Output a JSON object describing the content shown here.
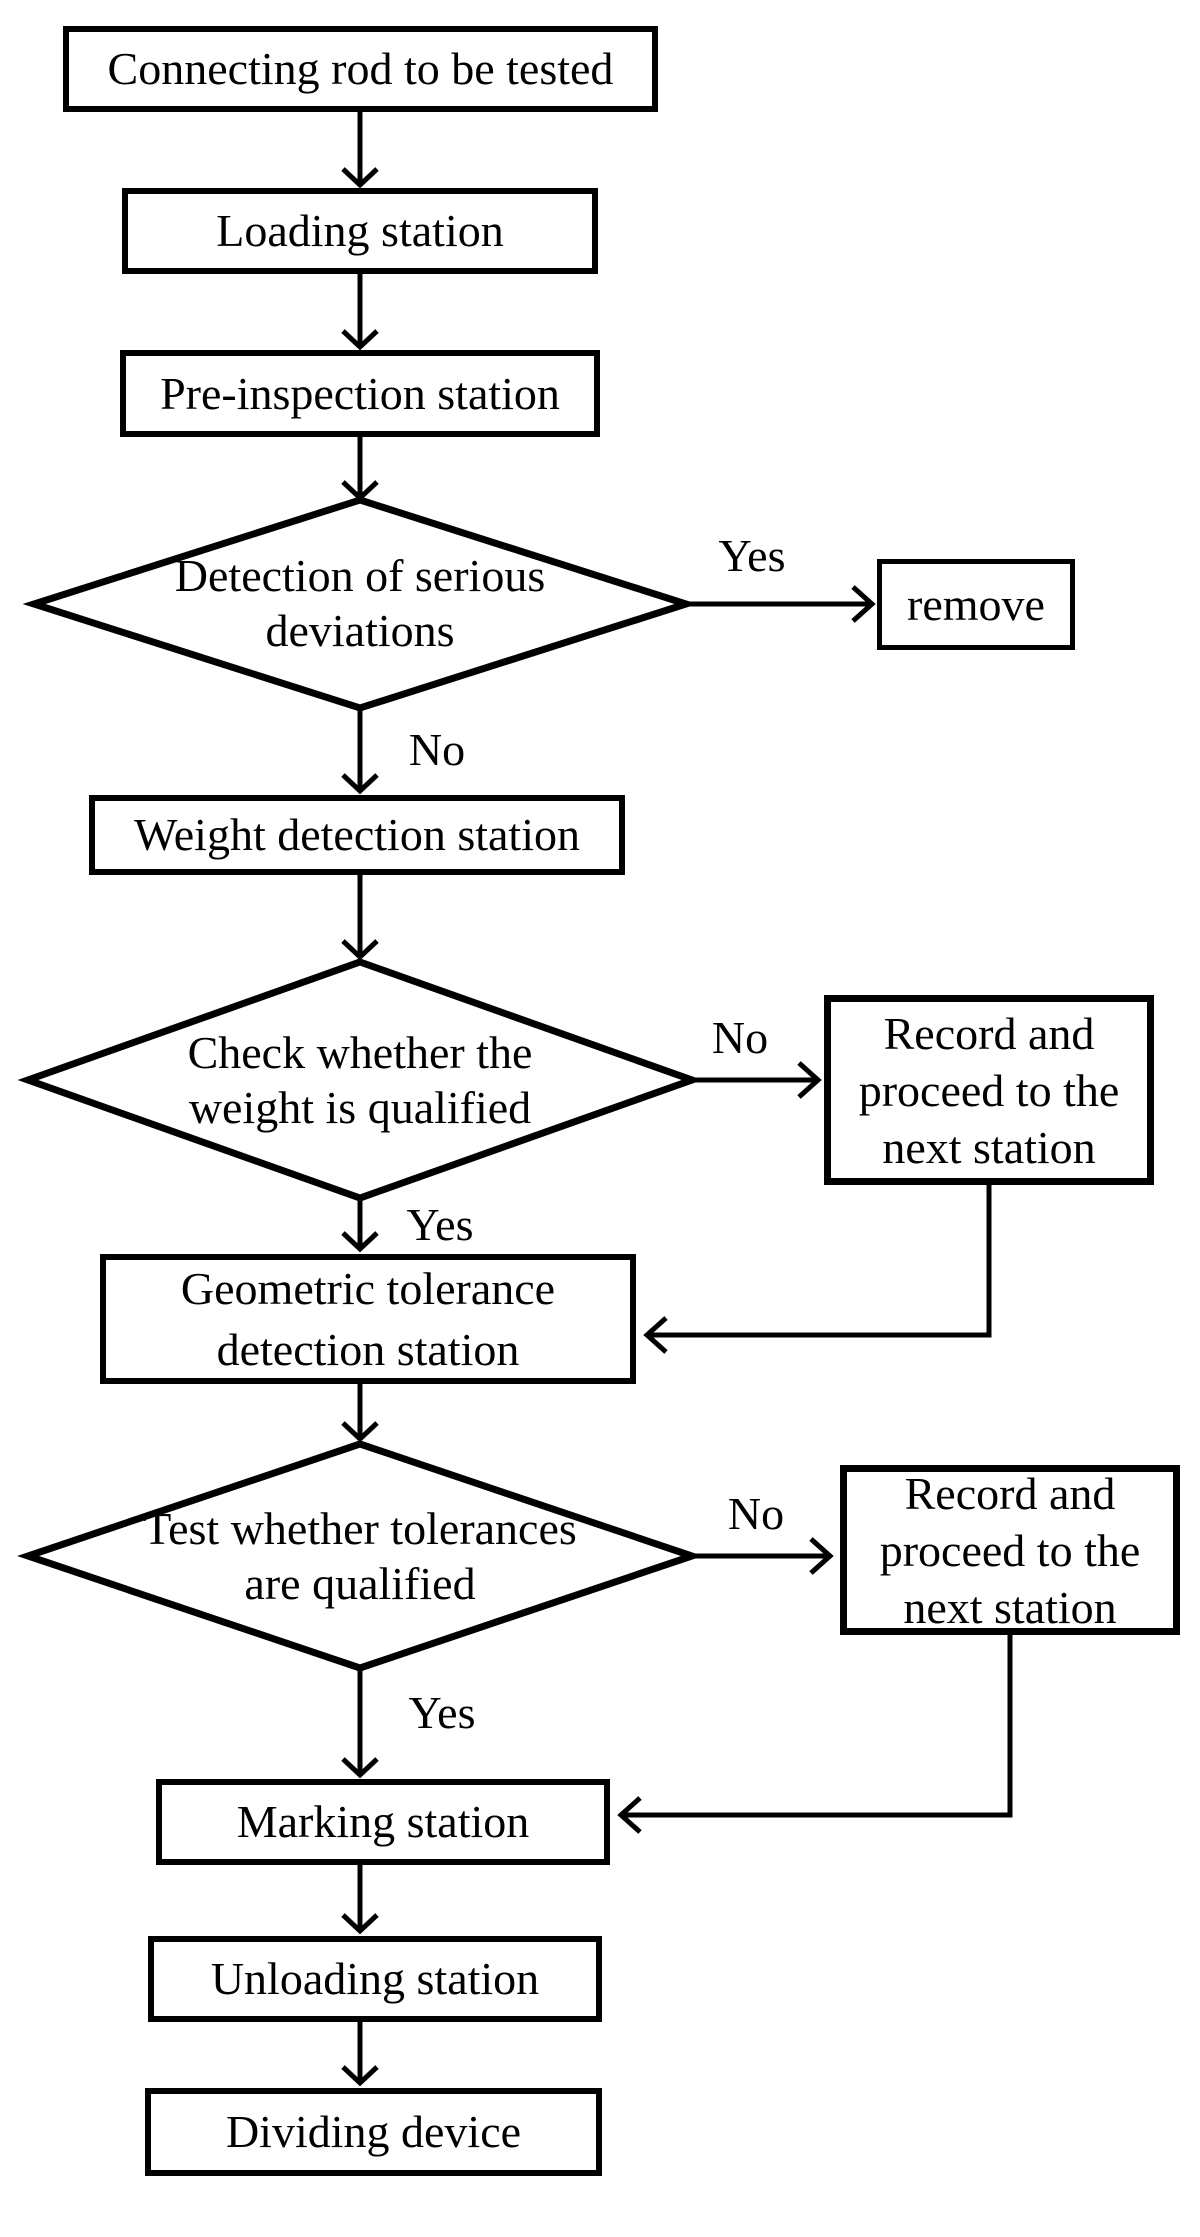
{
  "figure": {
    "background_color": "#ffffff",
    "line_color": "#000000",
    "nodes": {
      "start": {
        "type": "process",
        "label": "Connecting rod to be tested"
      },
      "loading": {
        "type": "process",
        "label": "Loading station"
      },
      "pre_inspection": {
        "type": "process",
        "label": "Pre-inspection station"
      },
      "deviation_check": {
        "type": "decision",
        "lines": [
          "Detection of serious",
          "deviations"
        ]
      },
      "remove": {
        "type": "process",
        "label": "remove"
      },
      "weight_station": {
        "type": "process",
        "label": "Weight detection station"
      },
      "weight_check": {
        "type": "decision",
        "lines": [
          "Check whether the",
          "weight is qualified"
        ]
      },
      "record_1": {
        "type": "process",
        "lines": [
          "Record and",
          "proceed to the",
          "next station"
        ]
      },
      "geometric_station": {
        "type": "process",
        "lines": [
          "Geometric tolerance",
          "detection station"
        ]
      },
      "tolerance_check": {
        "type": "decision",
        "lines": [
          "Test whether tolerances",
          "are qualified"
        ]
      },
      "record_2": {
        "type": "process",
        "lines": [
          "Record and",
          "proceed to the",
          "next station"
        ]
      },
      "marking_station": {
        "type": "process",
        "label": "Marking station"
      },
      "unloading_station": {
        "type": "process",
        "label": "Unloading station"
      },
      "dividing_device": {
        "type": "process",
        "label": "Dividing device"
      }
    },
    "edge_labels": {
      "deviation_yes": "Yes",
      "deviation_no": "No",
      "weight_no": "No",
      "weight_yes": "Yes",
      "tolerance_no": "No",
      "tolerance_yes": "Yes"
    }
  }
}
